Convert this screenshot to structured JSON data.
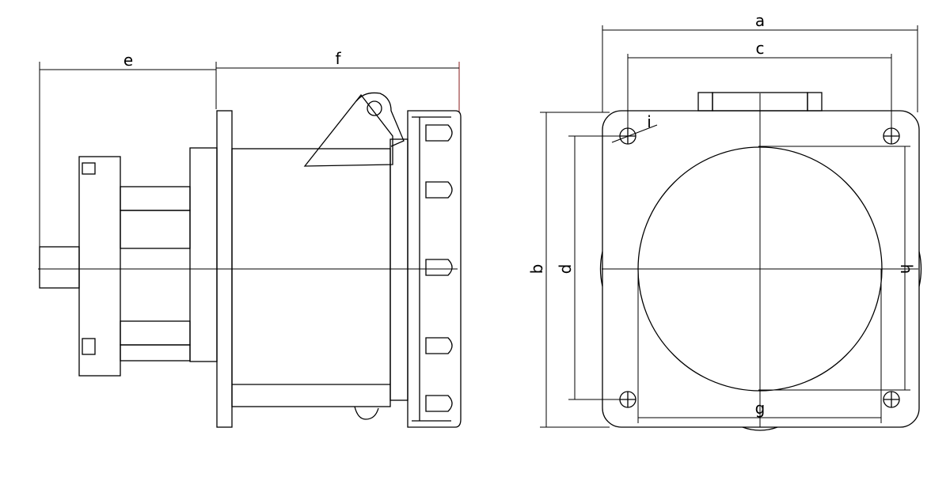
{
  "labels": {
    "e": "e",
    "f": "f",
    "a": "a",
    "c": "c",
    "b": "b",
    "d": "d",
    "h": "h",
    "g": "g",
    "i": "i"
  },
  "colors": {
    "line": "#000000",
    "dimension_line": "#8a1a1a",
    "background": "#ffffff"
  }
}
